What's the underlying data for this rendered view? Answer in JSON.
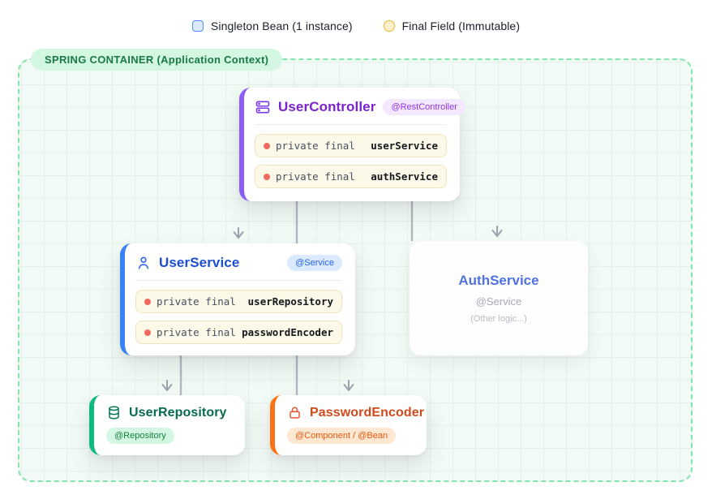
{
  "legend": {
    "items": [
      {
        "id": "singleton-bean",
        "label": "Singleton Bean (1 instance)",
        "swatch_shape": "rounded-square",
        "swatch_border": "#4c8bf5",
        "swatch_fill": "#dbeafe"
      },
      {
        "id": "final-field",
        "label": "Final Field (Immutable)",
        "swatch_shape": "circle",
        "swatch_border": "#f0b42f",
        "swatch_fill": "#fdf0cd"
      }
    ]
  },
  "container": {
    "label": "SPRING CONTAINER (Application Context)",
    "label_color": "#1a7a44",
    "label_bg": "#d3f7e1",
    "border_color": "#82e5ad"
  },
  "beans": {
    "user_controller": {
      "icon": "server-stack-icon",
      "title": "UserController",
      "badge": "@RestController",
      "accent_color": "#8b5cf6",
      "title_color": "#7c22ce",
      "fields": [
        {
          "modifier": "private final",
          "name": "userService"
        },
        {
          "modifier": "private final",
          "name": "authService"
        }
      ]
    },
    "user_service": {
      "icon": "user-icon",
      "title": "UserService",
      "badge": "@Service",
      "accent_color": "#3b82f6",
      "title_color": "#1d4ed8",
      "fields": [
        {
          "modifier": "private final",
          "name": "userRepository"
        },
        {
          "modifier": "private final",
          "name": "passwordEncoder"
        }
      ]
    },
    "auth_service": {
      "title": "AuthService",
      "annotation": "@Service",
      "note": "(Other logic...)",
      "title_color": "#3e63e0"
    },
    "user_repository": {
      "icon": "database-icon",
      "title": "UserRepository",
      "badge": "@Repository",
      "accent_color": "#10b981",
      "title_color": "#066a4c"
    },
    "password_encoder": {
      "icon": "lock-icon",
      "title": "PasswordEncoder",
      "badge": "@Component / @Bean",
      "accent_color": "#f97316",
      "title_color": "#d2491a"
    }
  }
}
